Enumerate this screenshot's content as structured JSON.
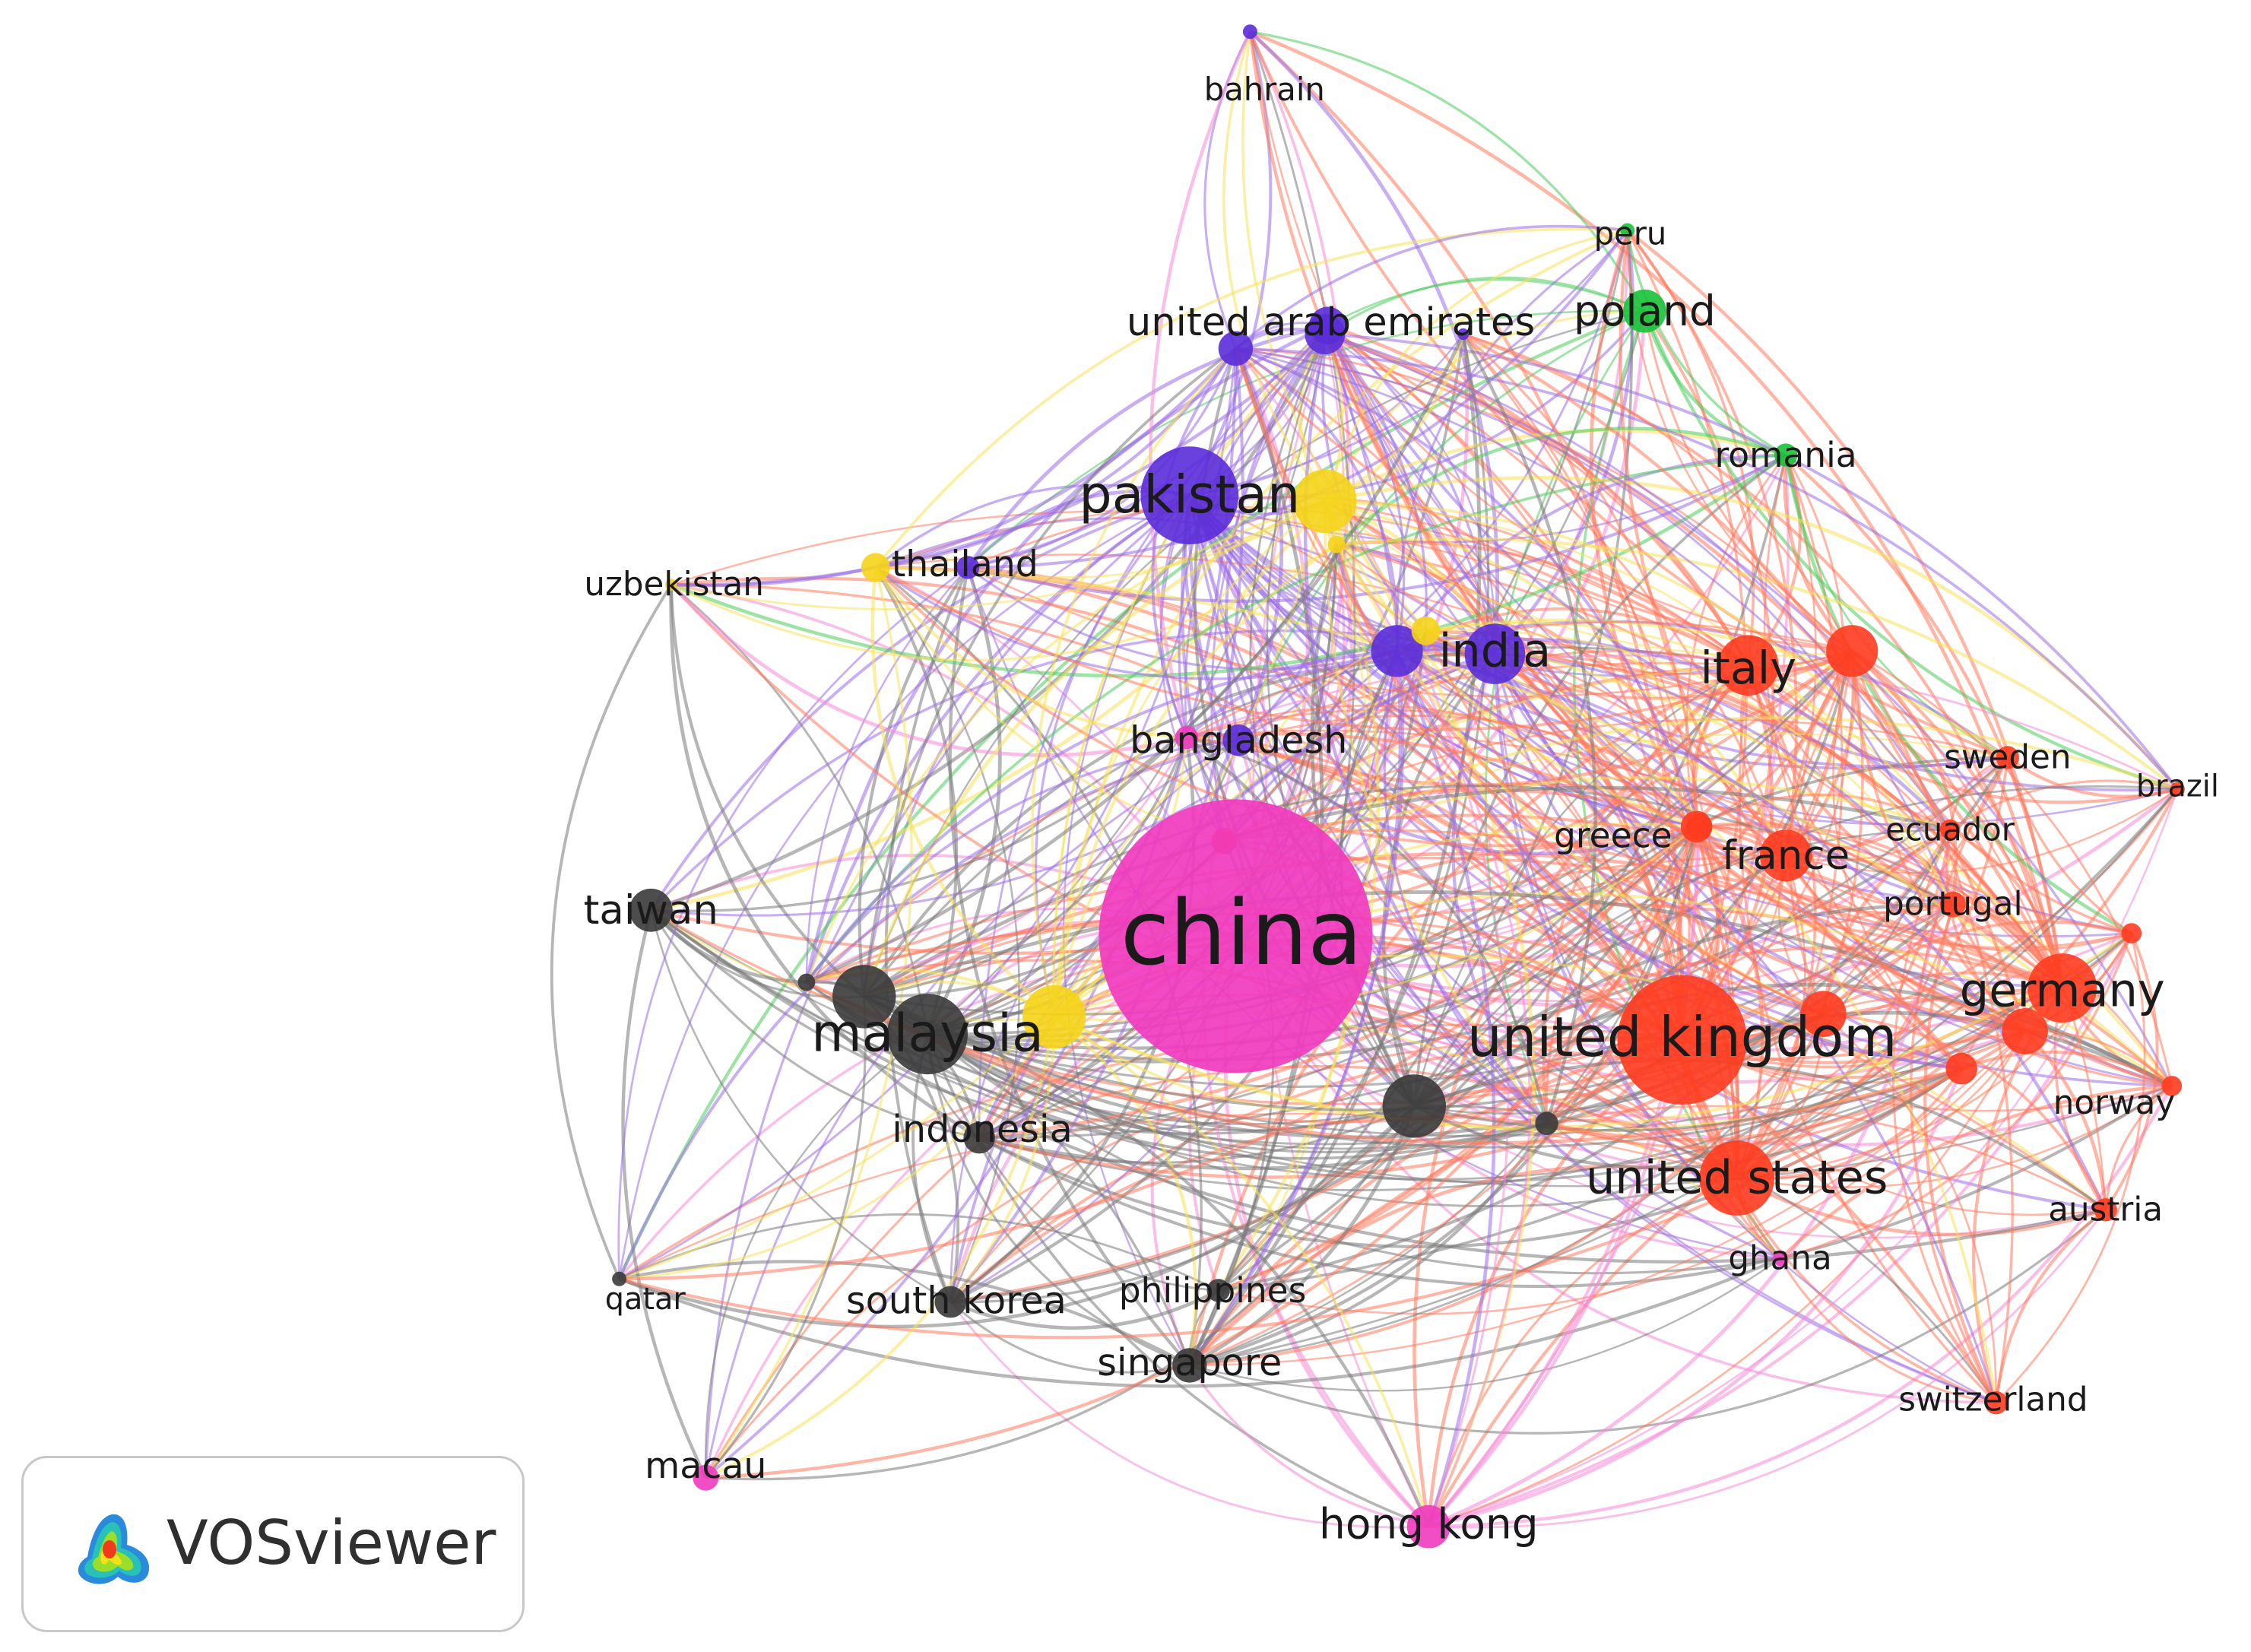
{
  "software": {
    "name": "VOSviewer"
  },
  "colors": {
    "red": "#ff3b1f",
    "purple": "#5a2cd8",
    "yellow": "#f5d41a",
    "grey": "#3a3a3a",
    "pink": "#f03bbf",
    "green": "#18c23a"
  },
  "edge_colors": {
    "red": "#ff7a5c",
    "purple": "#9a6ee6",
    "yellow": "#f5e25a",
    "grey": "#7a7a7a",
    "pink": "#f58ad6",
    "green": "#4fcc5c"
  },
  "nodes": [
    {
      "id": "china",
      "label": "china",
      "cluster": "pink",
      "weight": 95
    },
    {
      "id": "united_kingdom",
      "label": "united kingdom",
      "cluster": "red",
      "weight": 45
    },
    {
      "id": "pakistan",
      "label": "pakistan",
      "cluster": "purple",
      "weight": 34
    },
    {
      "id": "malaysia",
      "label": "malaysia",
      "cluster": "grey",
      "weight": 28
    },
    {
      "id": "germany",
      "label": "germany",
      "cluster": "red",
      "weight": 24
    },
    {
      "id": "united_states",
      "label": "united states",
      "cluster": "red",
      "weight": 26
    },
    {
      "id": "india",
      "label": "india",
      "cluster": "purple",
      "weight": 21
    },
    {
      "id": "italy",
      "label": "italy",
      "cluster": "red",
      "weight": 21
    },
    {
      "id": "poland",
      "label": "poland",
      "cluster": "green",
      "weight": 15
    },
    {
      "id": "france",
      "label": "france",
      "cluster": "red",
      "weight": 18
    },
    {
      "id": "taiwan",
      "label": "taiwan",
      "cluster": "grey",
      "weight": 15
    },
    {
      "id": "united_arab_emirates",
      "label": "united arab emirates",
      "cluster": "purple",
      "weight": 13
    },
    {
      "id": "thailand",
      "label": "thailand",
      "cluster": "purple",
      "weight": 8
    },
    {
      "id": "uzbekistan",
      "label": "uzbekistan",
      "cluster": "yellow",
      "weight": 4
    },
    {
      "id": "bangladesh",
      "label": "bangladesh",
      "cluster": "purple",
      "weight": 11
    },
    {
      "id": "indonesia",
      "label": "indonesia",
      "cluster": "grey",
      "weight": 11
    },
    {
      "id": "south_korea",
      "label": "south korea",
      "cluster": "grey",
      "weight": 11
    },
    {
      "id": "philippines",
      "label": "philippines",
      "cluster": "grey",
      "weight": 8
    },
    {
      "id": "singapore",
      "label": "singapore",
      "cluster": "grey",
      "weight": 12
    },
    {
      "id": "qatar",
      "label": "qatar",
      "cluster": "grey",
      "weight": 5
    },
    {
      "id": "macau",
      "label": "macau",
      "cluster": "pink",
      "weight": 9
    },
    {
      "id": "hong_kong",
      "label": "hong kong",
      "cluster": "pink",
      "weight": 15
    },
    {
      "id": "bahrain",
      "label": "bahrain",
      "cluster": "purple",
      "weight": 5
    },
    {
      "id": "peru",
      "label": "peru",
      "cluster": "green",
      "weight": 5
    },
    {
      "id": "romania",
      "label": "romania",
      "cluster": "green",
      "weight": 8
    },
    {
      "id": "sweden",
      "label": "sweden",
      "cluster": "red",
      "weight": 8
    },
    {
      "id": "brazil",
      "label": "brazil",
      "cluster": "red",
      "weight": 5
    },
    {
      "id": "ecuador",
      "label": "ecuador",
      "cluster": "red",
      "weight": 7
    },
    {
      "id": "greece",
      "label": "greece",
      "cluster": "red",
      "weight": 9
    },
    {
      "id": "portugal",
      "label": "portugal",
      "cluster": "red",
      "weight": 9
    },
    {
      "id": "norway",
      "label": "norway",
      "cluster": "red",
      "weight": 7
    },
    {
      "id": "austria",
      "label": "austria",
      "cluster": "red",
      "weight": 8
    },
    {
      "id": "ghana",
      "label": "ghana",
      "cluster": "pink",
      "weight": 5
    },
    {
      "id": "switzerland",
      "label": "switzerland",
      "cluster": "red",
      "weight": 8
    }
  ]
}
